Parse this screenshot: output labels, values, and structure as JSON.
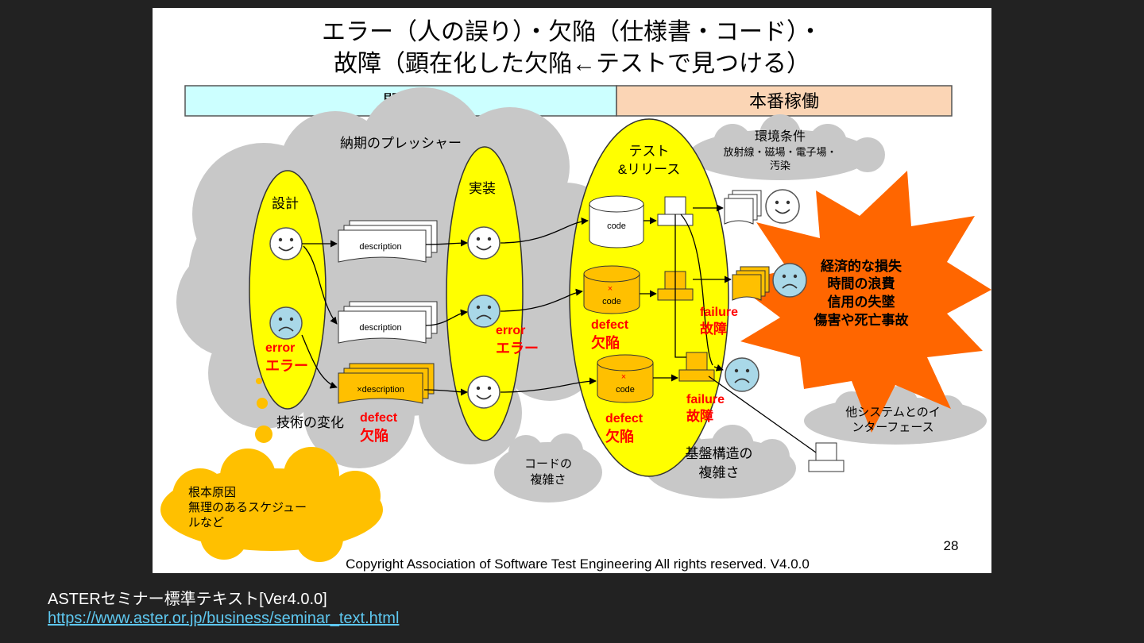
{
  "slide": {
    "title_line1": "エラー（人の誤り）・欠陥（仕様書・コード）・",
    "title_line2": "故障（顕在化した欠陥←テストで見つける）",
    "phase_dev": "開発",
    "phase_prod": "本番稼働",
    "pressure": "納期のプレッシャー",
    "design": "設計",
    "implementation": "実装",
    "test_line1": "テスト",
    "test_line2": "&リリース",
    "env_title": "環境条件",
    "env_line1": "放射線・磁場・電子場・",
    "env_line2": "汚染",
    "description": "description",
    "description_defect": "×description",
    "code": "code",
    "code_defect": "code",
    "defect_mark": "×",
    "error_en": "error",
    "error_jp": "エラー",
    "defect_en": "defect",
    "defect_jp": "欠陥",
    "failure_en": "failure",
    "failure_jp": "故障",
    "tech_change": "技術の変化",
    "code_complexity_l1": "コードの",
    "code_complexity_l2": "複雑さ",
    "infra_l1": "基盤構造の",
    "infra_l2": "複雑さ",
    "other_sys_l1": "他システムとのイ",
    "other_sys_l2": "ンターフェース",
    "root_l1": "根本原因",
    "root_l2": "無理のあるスケジュー",
    "root_l3": "ルなど",
    "loss_l1": "経済的な損失",
    "loss_l2": "時間の浪費",
    "loss_l3": "信用の失墜",
    "loss_l4": "傷害や死亡事故",
    "page_number": "28",
    "copyright": "Copyright Association of Software Test Engineering All rights reserved.  V4.0.0"
  },
  "caption": {
    "title": "ASTERセミナー標準テキスト[Ver4.0.0]",
    "link": "https://www.aster.or.jp/business/seminar_text.html"
  },
  "colors": {
    "background": "#222222",
    "cloud": "#c8c8c8",
    "yellow": "#ffff00",
    "orange": "#ffc000",
    "burst": "#ff6600",
    "dev_bar": "#ccffff",
    "prod_bar": "#fbd5b5",
    "red_text": "#ff0000",
    "smiley_blue": "#a9d8e8",
    "link": "#5ec8f0"
  }
}
